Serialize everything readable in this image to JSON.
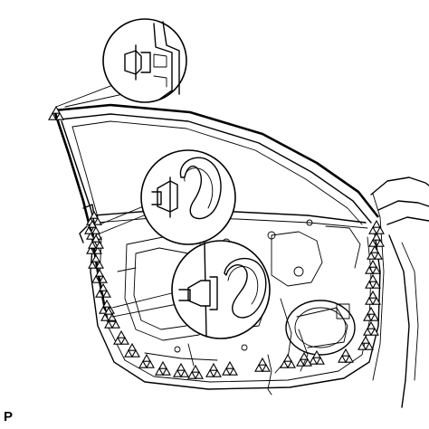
{
  "figure": {
    "corner_label": "P",
    "components": {
      "door": "front-door-assembly",
      "weatherstrip": "door-weatherstrip",
      "clip_marker_icon": "triangle-clip-marker-icon",
      "detail_views": [
        "clip-detail-upper",
        "clip-detail-middle",
        "clip-detail-lower"
      ]
    },
    "clip_marker_count": 34
  }
}
